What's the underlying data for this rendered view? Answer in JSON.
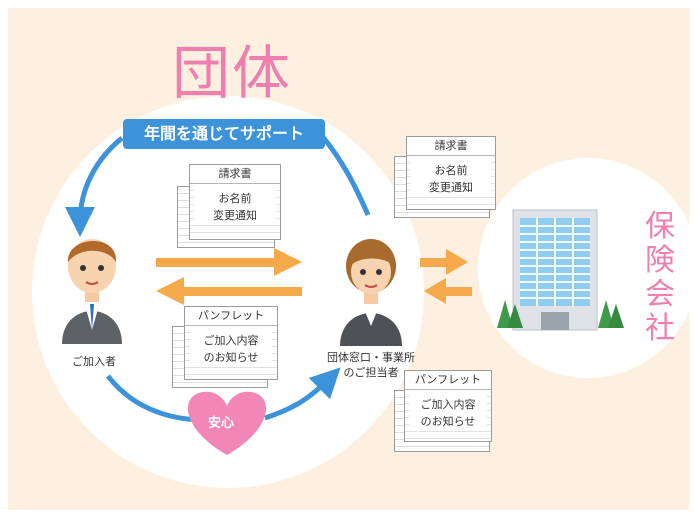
{
  "group": {
    "title": "団体",
    "banner": "年間を通じてサポート",
    "relief": "安心"
  },
  "insurer": {
    "title": "保険会社"
  },
  "subscriber": {
    "label": "ご加入者"
  },
  "contact": {
    "line1": "団体窓口・事業所",
    "line2": "のご担当者"
  },
  "documents": {
    "invoice_left": {
      "header": "請求書",
      "lines": [
        "お名前",
        "変更通知"
      ]
    },
    "pamphlet_left": {
      "header": "パンフレット",
      "lines": [
        "ご加入内容",
        "のお知らせ"
      ]
    },
    "invoice_right": {
      "header": "請求書",
      "lines": [
        "お名前",
        "変更通知"
      ]
    },
    "pamphlet_right": {
      "header": "パンフレット",
      "lines": [
        "ご加入内容",
        "のお知らせ"
      ]
    }
  },
  "colors": {
    "background": "#fdf0e0",
    "pink_accent": "#ee7fae",
    "blue_accent": "#3d93d9",
    "arrow_orange": "#f6a94a",
    "heart": "#f287b7"
  }
}
